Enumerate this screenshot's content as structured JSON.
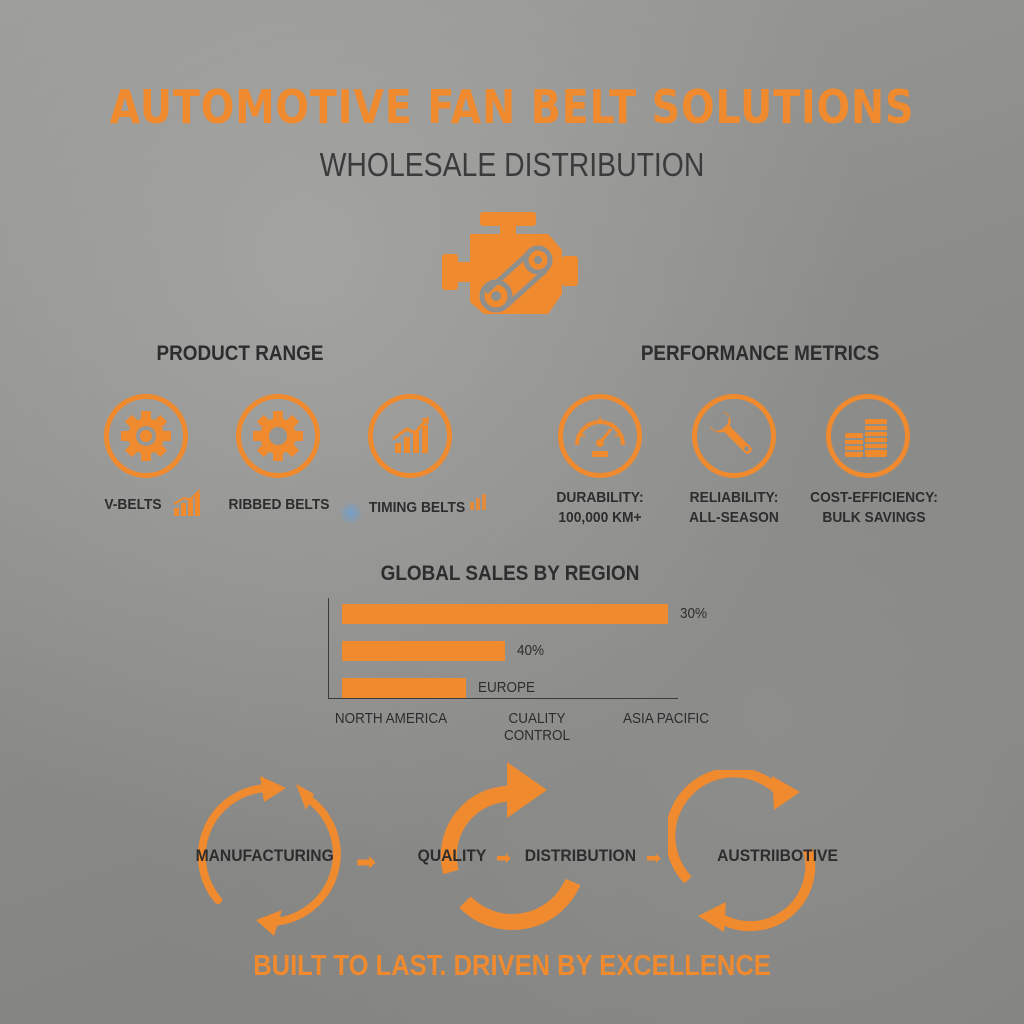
{
  "colors": {
    "accent": "#f08a2e",
    "text_dark": "#2d2d2d",
    "text_subtitle": "#3b3b3b"
  },
  "header": {
    "title": "AUTOMOTIVE FAN BELT SOLUTIONS",
    "subtitle": "WHOLESALE DISTRIBUTION",
    "hero_icon": "engine-belt-icon"
  },
  "product_range": {
    "heading": "PRODUCT RANGE",
    "items": [
      {
        "label": "V-BELTS",
        "icon": "gear-icon"
      },
      {
        "label": "RIBBED BELTS",
        "icon": "gear-icon"
      },
      {
        "label": "TIMING BELTS",
        "icon": "growth-chart-icon"
      }
    ]
  },
  "performance": {
    "heading": "PERFORMANCE METRICS",
    "items": [
      {
        "line1": "DURABILITY:",
        "line2": "100,000 KM+",
        "icon": "gauge-icon"
      },
      {
        "line1": "RELIABILITY:",
        "line2": "ALL-SEASON",
        "icon": "wrench-icon"
      },
      {
        "line1": "COST-EFFICIENCY:",
        "line2": "BULK SAVINGS",
        "icon": "coins-icon"
      }
    ]
  },
  "chart_data": {
    "type": "bar",
    "title": "GLOBAL SALES BY REGION",
    "bars": [
      {
        "value": 1.0,
        "label": "30%"
      },
      {
        "value": 0.5,
        "label": "40%"
      },
      {
        "value": 0.38,
        "label": "EUROPE"
      }
    ],
    "x_labels": [
      "NORTH AMERICA",
      "CUALITY CONTROL",
      "ASIA PACIFIC"
    ]
  },
  "process": {
    "steps": [
      "MANUFACTURING",
      "QUALITY",
      "DISTRIBUTION",
      "AUSTRIIBOTIVE"
    ]
  },
  "footer": {
    "tagline": "BUILT TO LAST. DRIVEN BY EXCELLENCE"
  }
}
